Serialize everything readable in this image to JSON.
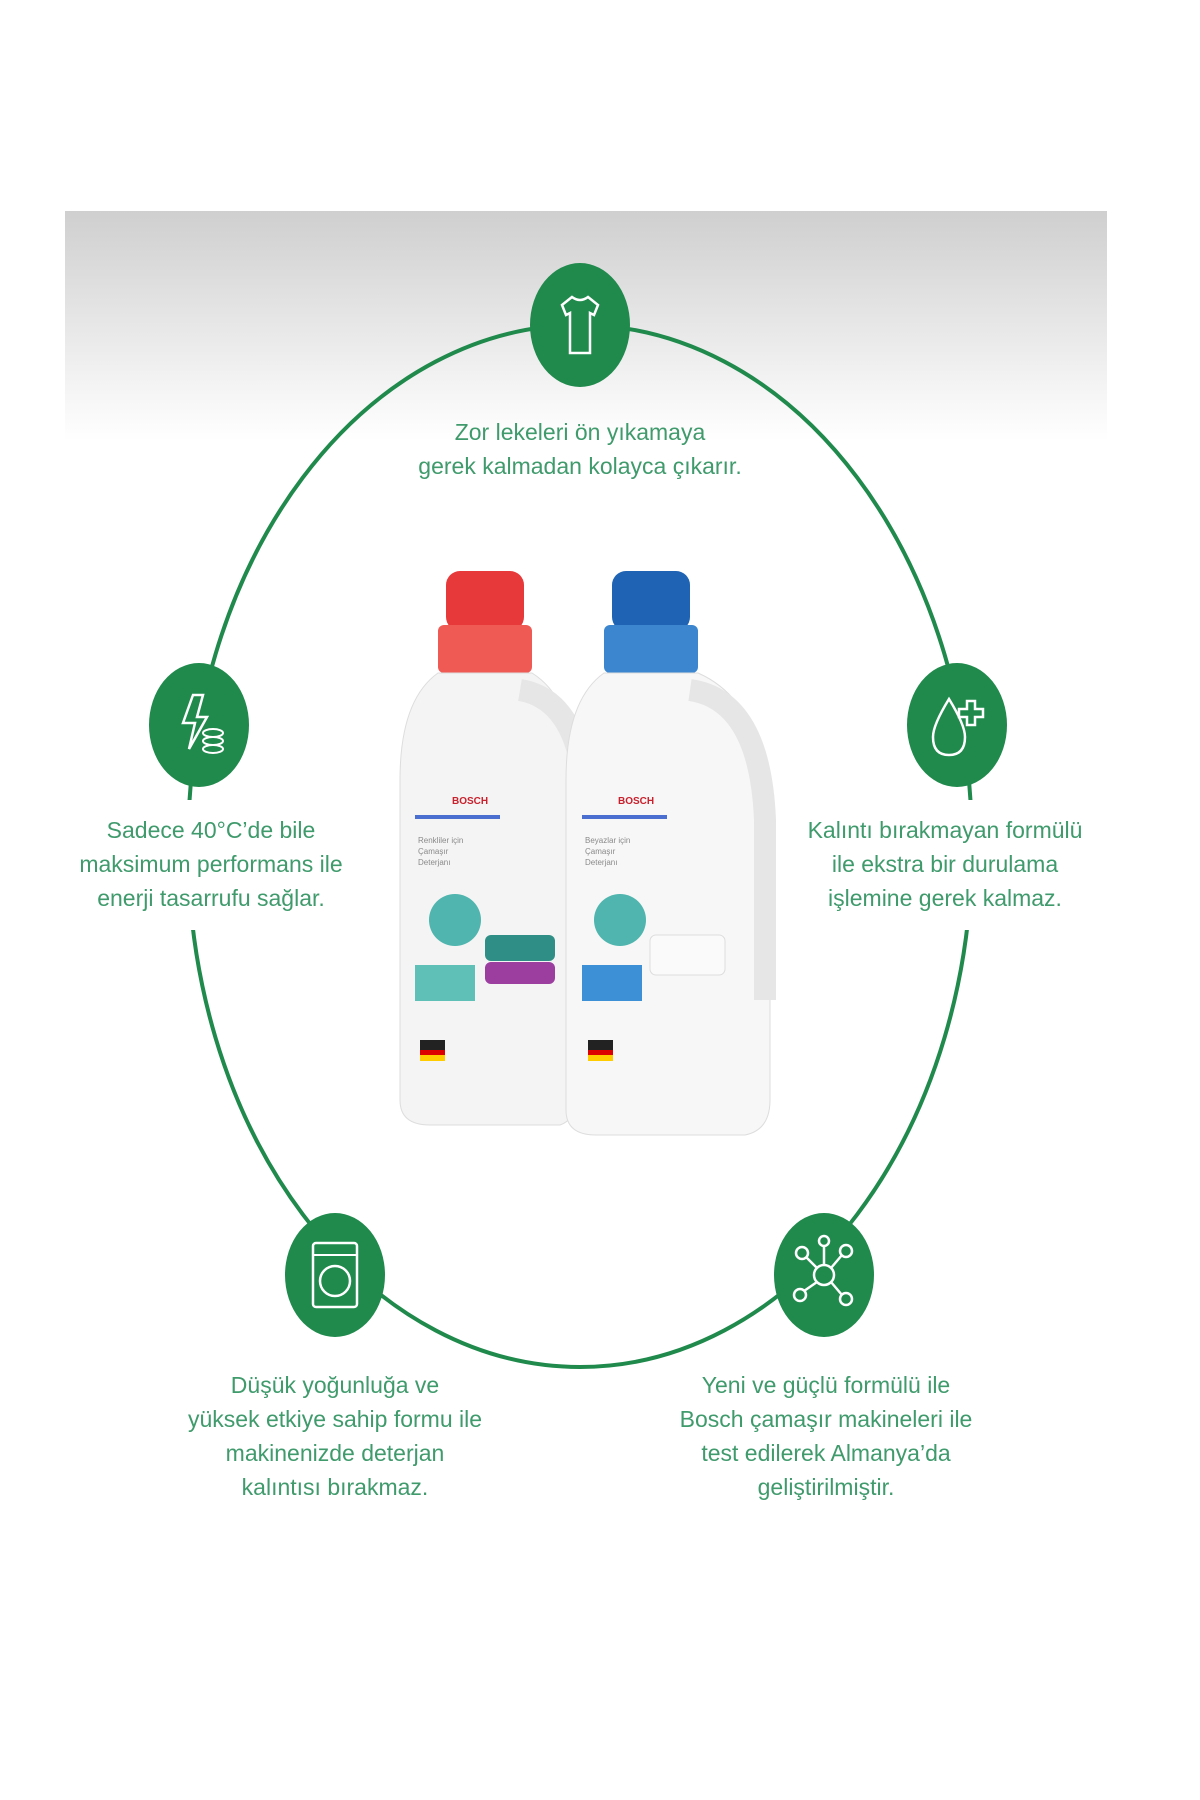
{
  "colors": {
    "brand_green": "#1f8a4c",
    "text_green": "#3f9a6c",
    "cap_red": "#e8393a",
    "cap_blue": "#1f63b5"
  },
  "features": [
    {
      "icon": "tshirt-icon",
      "lines": [
        "Zor lekeleri ön yıkamaya",
        "gerek kalmadan kolayca çıkarır."
      ]
    },
    {
      "icon": "energy-coins-icon",
      "lines": [
        "Sadece 40°C’de bile",
        "maksimum performans ile",
        "enerji tasarrufu sağlar."
      ]
    },
    {
      "icon": "drop-plus-icon",
      "lines": [
        "Kalıntı bırakmayan formülü",
        "ile ekstra bir durulama",
        "işlemine gerek kalmaz."
      ]
    },
    {
      "icon": "washing-machine-icon",
      "lines": [
        "Düşük yoğunluğa ve",
        "yüksek etkiye sahip formu ile",
        "makinenizde deterjan",
        "kalıntısı bırakmaz."
      ]
    },
    {
      "icon": "molecule-icon",
      "lines": [
        "Yeni ve güçlü formülü ile",
        "Bosch çamaşır makineleri ile",
        "test edilerek Almanya’da",
        "geliştirilmiştir."
      ]
    }
  ],
  "products": [
    {
      "brand": "BOSCH",
      "label": [
        "Renkliler için",
        "Çamaşır",
        "Deterjanı"
      ]
    },
    {
      "brand": "BOSCH",
      "label": [
        "Beyazlar için",
        "Çamaşır",
        "Deterjanı"
      ]
    }
  ]
}
